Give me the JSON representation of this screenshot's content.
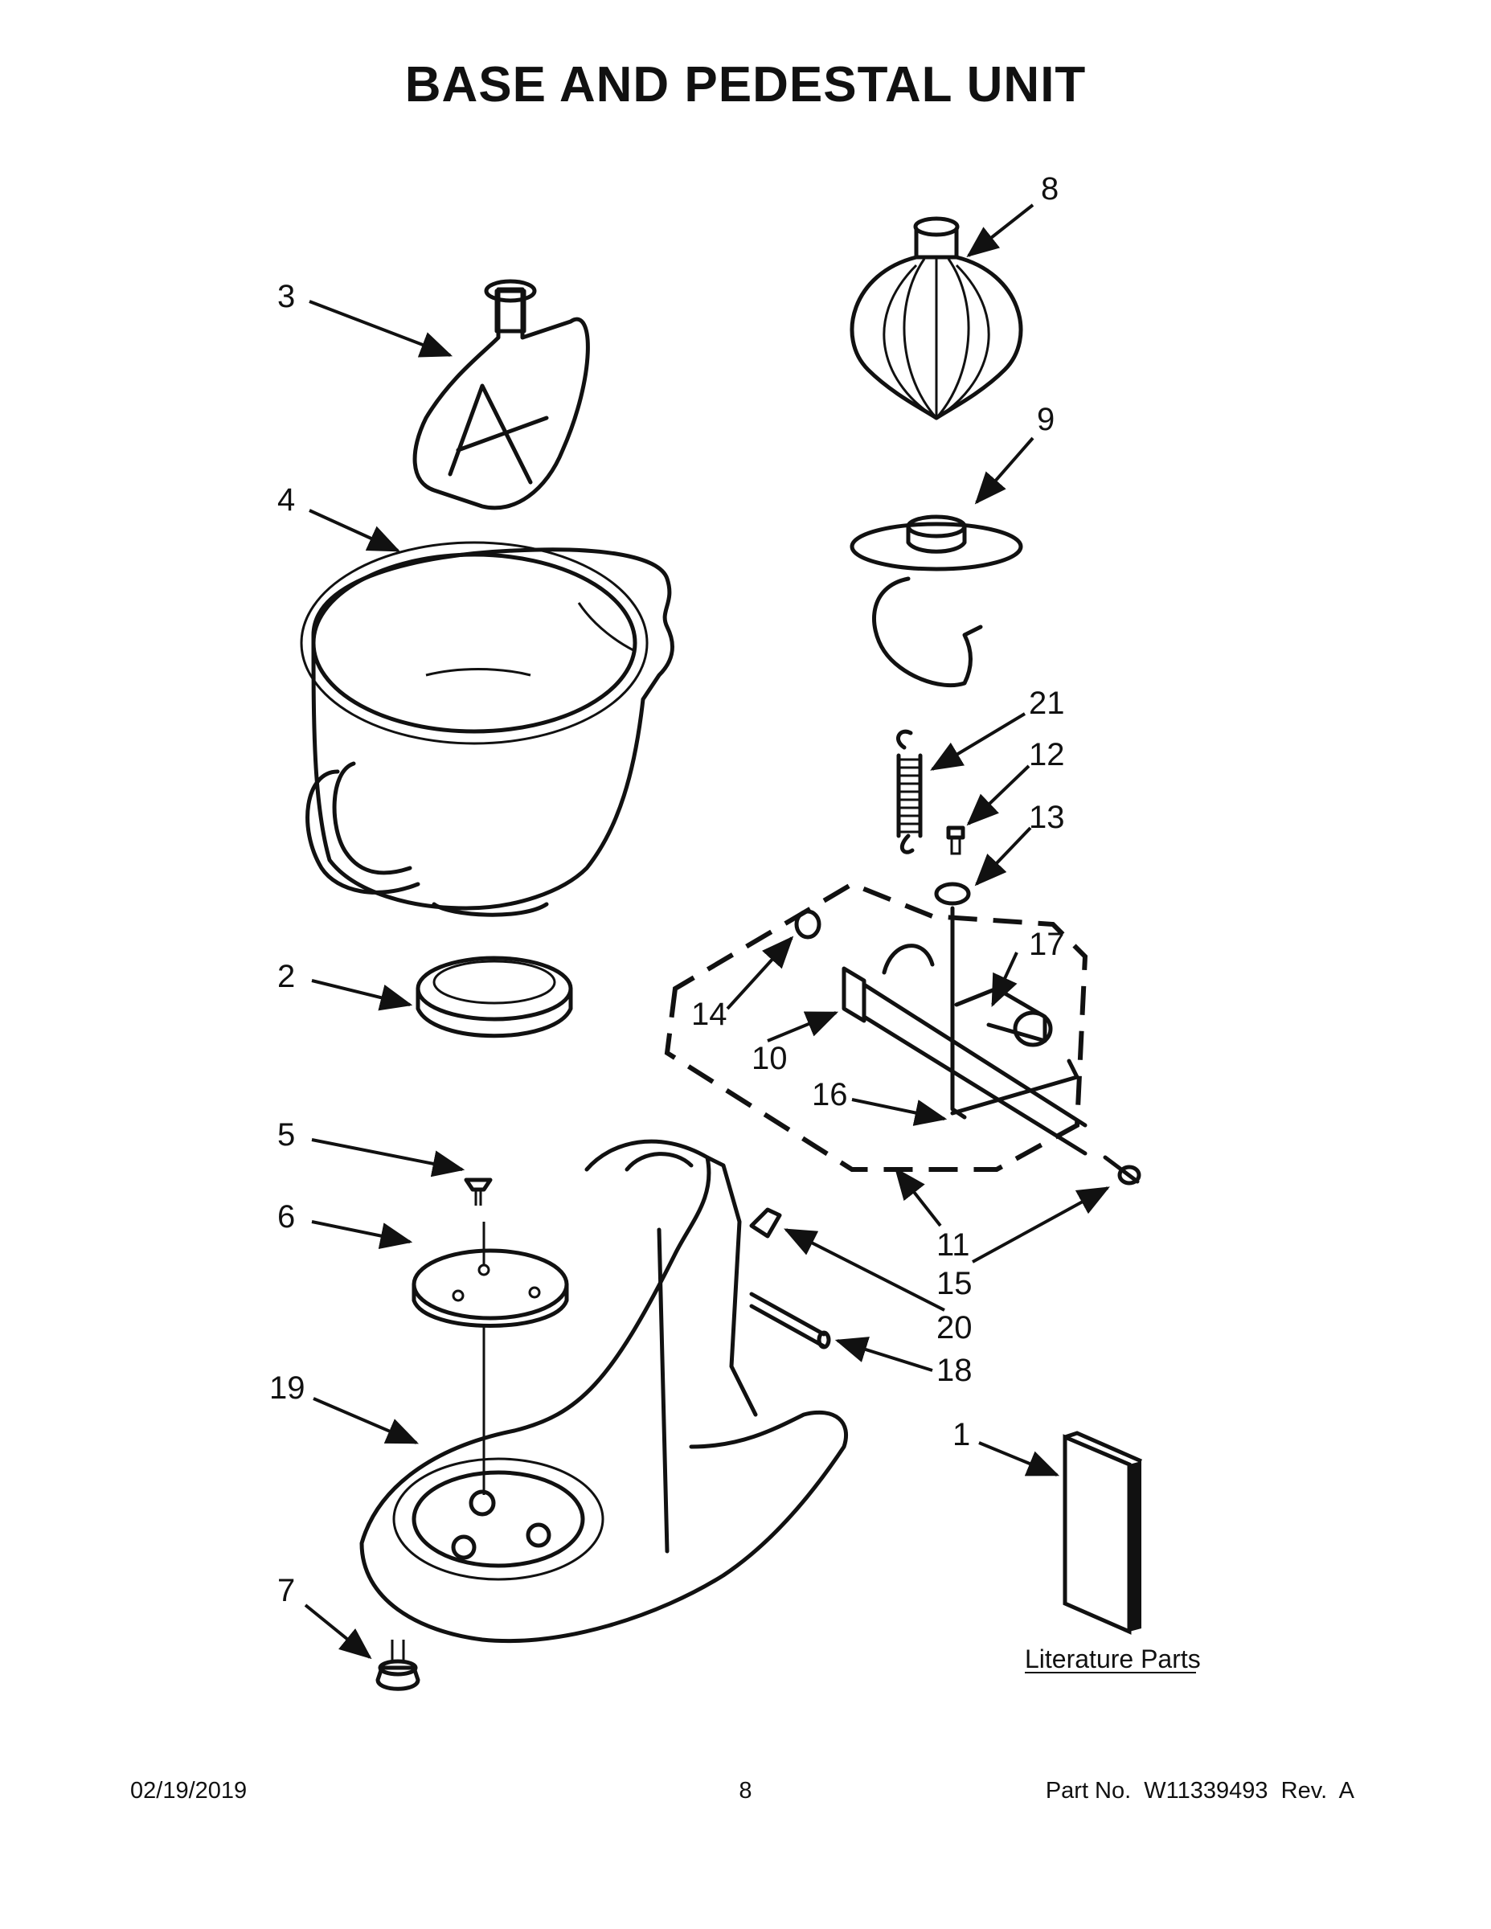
{
  "title": "BASE AND PEDESTAL UNIT",
  "callouts": {
    "c1": "1",
    "c2": "2",
    "c3": "3",
    "c4": "4",
    "c5": "5",
    "c6": "6",
    "c7": "7",
    "c8": "8",
    "c9": "9",
    "c10": "10",
    "c11": "11",
    "c12": "12",
    "c13": "13",
    "c14": "14",
    "c15": "15",
    "c16": "16",
    "c17": "17",
    "c18": "18",
    "c19": "19",
    "c20": "20",
    "c21": "21"
  },
  "literature_label": "Literature Parts",
  "footer": {
    "date": "02/19/2019",
    "page": "8",
    "part_no": "Part No.  W11339493  Rev.  A"
  }
}
